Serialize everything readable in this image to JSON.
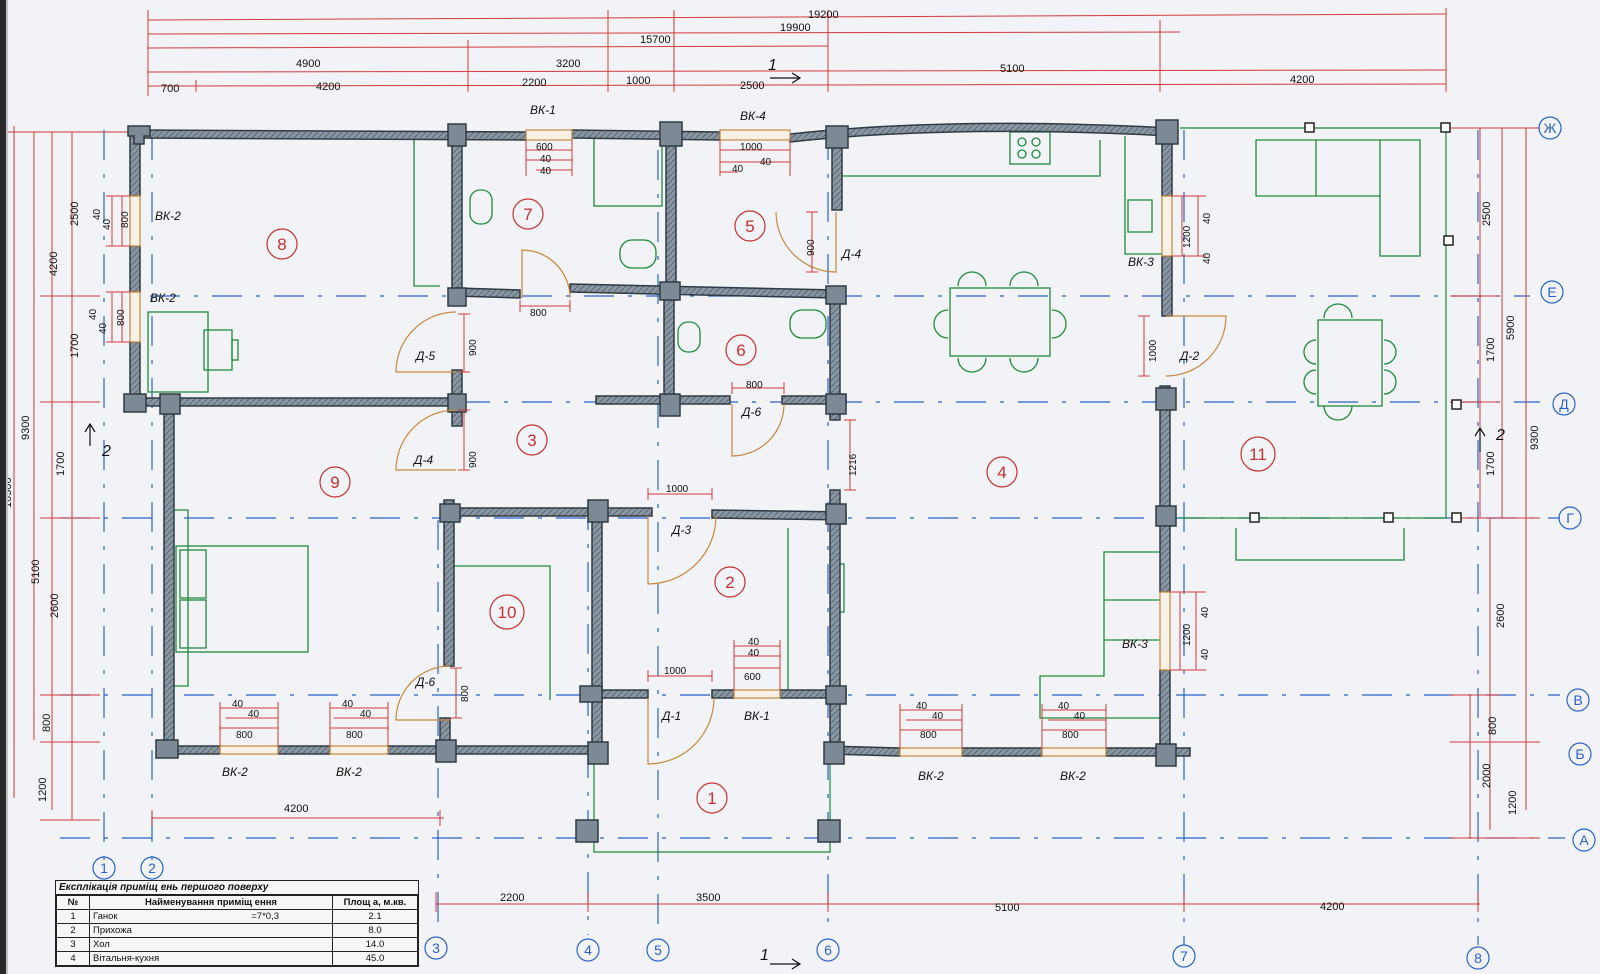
{
  "overall_dims": {
    "total": "19200",
    "d19900": "19900",
    "d15700": "15700",
    "d4900": "4900",
    "d3200": "3200",
    "d2500": "2500",
    "d5100": "5100",
    "d4200": "4200",
    "d700": "700",
    "d4200b": "4200",
    "d2200": "2200",
    "d1000": "1000"
  },
  "left_dims": {
    "d10500": "10500",
    "d9300": "9300",
    "d4200": "4200",
    "d5100": "5100",
    "d2500": "2500",
    "d1700a": "1700",
    "d1700b": "1700",
    "d2600": "2600",
    "d800": "800",
    "d1200": "1200"
  },
  "right_dims": {
    "d2500": "2500",
    "d5900": "5900",
    "d1700a": "1700",
    "d1700b": "1700",
    "d9300": "9300",
    "d2600": "2600",
    "d800": "800",
    "d2000": "2000",
    "d1200": "1200"
  },
  "bottom_dims": {
    "d4200": "4200",
    "d2200": "2200",
    "d3500": "3500",
    "d5100": "5100",
    "d4200b": "4200"
  },
  "axes": {
    "v1": "1",
    "v2": "2",
    "v3": "3",
    "v4": "4",
    "v5": "5",
    "v6": "6",
    "v7": "7",
    "v8": "8",
    "zh": "Ж",
    "ye": "Е",
    "d": "Д",
    "g": "Г",
    "v": "В",
    "b": "Б",
    "a": "А"
  },
  "rooms": {
    "r1": "1",
    "r2": "2",
    "r3": "3",
    "r4": "4",
    "r5": "5",
    "r6": "6",
    "r7": "7",
    "r8": "8",
    "r9": "9",
    "r10": "10",
    "r11": "11"
  },
  "windows": {
    "vk1_top": "ВК-1",
    "vk4": "ВК-4",
    "vk2_left_a": "ВК-2",
    "vk2_left_b": "ВК-2",
    "vk3_a": "ВК-3",
    "vk3_b": "ВК-3",
    "vk2_b1": "ВК-2",
    "vk2_b2": "ВК-2",
    "vk1_bottom": "ВК-1",
    "vk2_b3": "ВК-2",
    "vk2_b4": "ВК-2"
  },
  "doors": {
    "d4_top": "Д-4",
    "d5": "Д-5",
    "d6_top": "Д-6",
    "d2": "Д-2",
    "d4_mid": "Д-4",
    "d3": "Д-3",
    "d6_bot": "Д-6",
    "d1": "Д-1"
  },
  "small_dims": {
    "s600": "600",
    "s40": "40",
    "s1000": "1000",
    "s800": "800",
    "s900": "900",
    "s1216": "1216",
    "s1200": "1200",
    "s10002": "1000",
    "s1000b": "1000"
  },
  "section_marks": {
    "top": "1",
    "bottom": "1",
    "left": "2",
    "right": "2"
  },
  "explication": {
    "caption": "Експлікація приміщ ень першого поверху",
    "headers": [
      "№",
      "Найменування приміщ ення",
      "Площ а, м.кв."
    ],
    "rows": [
      {
        "no": "1",
        "name": "Ганок",
        "note": "=7*0,3",
        "area": "2.1"
      },
      {
        "no": "2",
        "name": "Прихожа",
        "note": "",
        "area": "8.0"
      },
      {
        "no": "3",
        "name": "Хол",
        "note": "",
        "area": "14.0"
      },
      {
        "no": "4",
        "name": "Вітальня-кухня",
        "note": "",
        "area": "45.0"
      }
    ]
  },
  "colors": {
    "wall": "#3d4a55",
    "wall_fill": "#8d98a4",
    "dim_red": "#d23a3a",
    "axis_blue": "#2b62c9",
    "furniture_green": "#1f8a3a",
    "door_orange": "#c7883e"
  }
}
